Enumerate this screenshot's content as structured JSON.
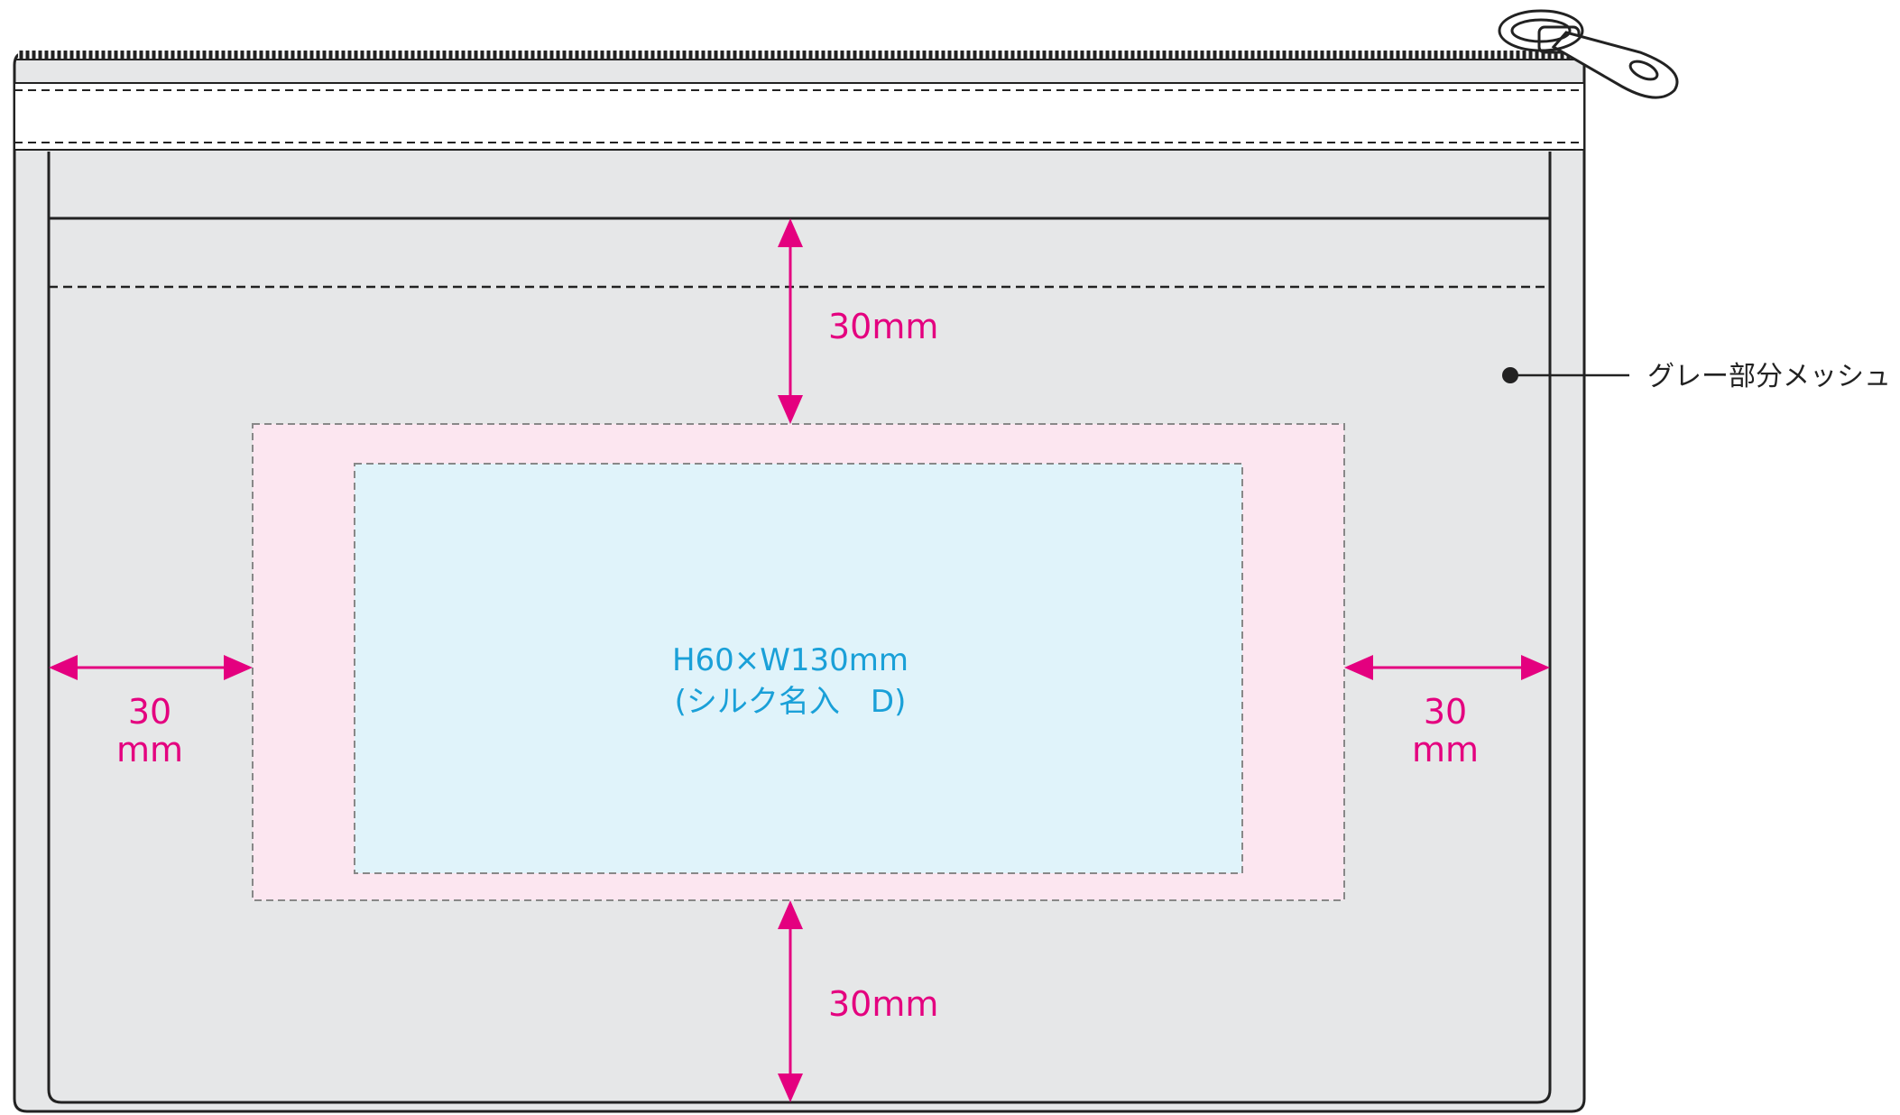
{
  "labels": {
    "dim_top": "30mm",
    "dim_bottom": "30mm",
    "dim_left_value": "30",
    "dim_left_unit": "mm",
    "dim_right_value": "30",
    "dim_right_unit": "mm",
    "print_size": "H60×W130mm",
    "print_method": "(シルク名入　D)",
    "callout": "グレー部分メッシュ"
  },
  "colors": {
    "dimension": "#e4007f",
    "print_text": "#1aa0d8",
    "mesh": "#e6e7e8",
    "margin_zone": "#fce6f0",
    "print_zone": "#e0f3fa"
  }
}
